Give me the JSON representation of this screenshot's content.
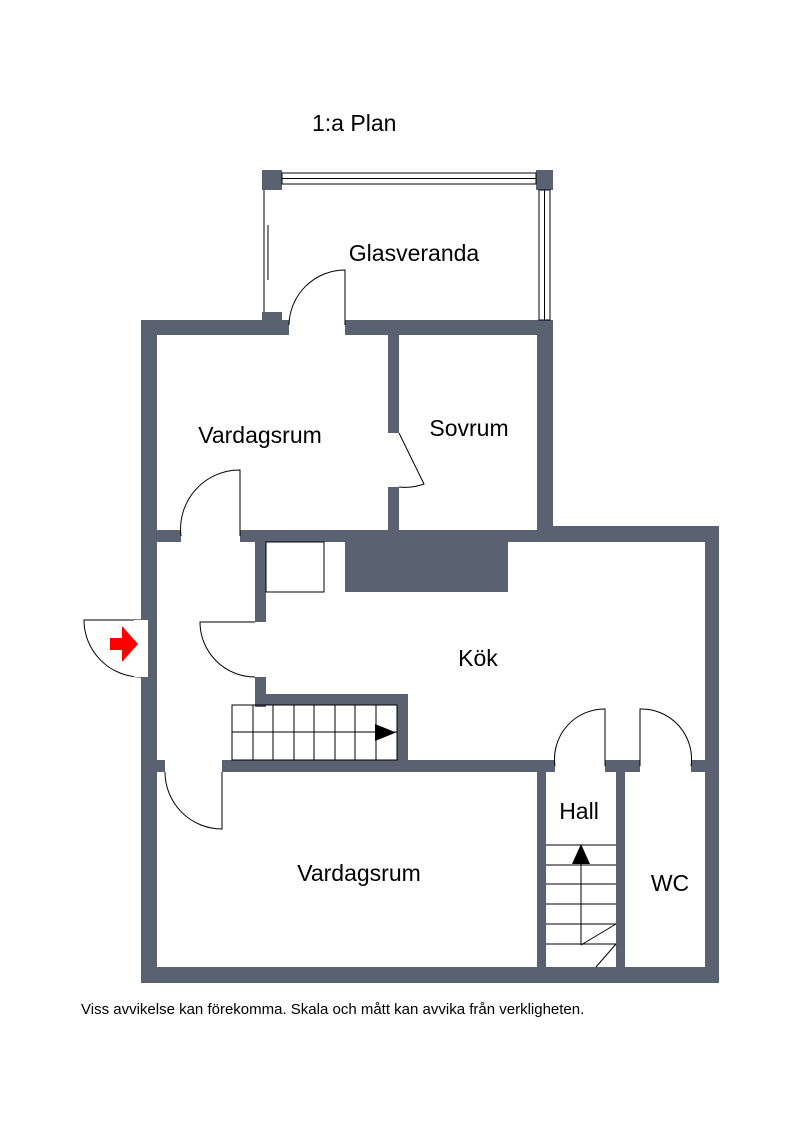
{
  "plan_title": "1:a Plan",
  "disclaimer": "Viss avvikelse kan förekomma. Skala och mått kan avvika från verkligheten.",
  "rooms": {
    "glasveranda": "Glasveranda",
    "vardagsrum_upper": "Vardagsrum",
    "sovrum": "Sovrum",
    "kok": "Kök",
    "hall": "Hall",
    "vardagsrum_lower": "Vardagsrum",
    "wc": "WC"
  },
  "colors": {
    "wall": "#5a6170",
    "entrance_arrow": "#ff0000",
    "line": "#000000",
    "background": "#ffffff"
  },
  "icons": {
    "entrance": "red-entrance-arrow-icon",
    "stair_direction": "black-triangle-arrow-icon"
  }
}
